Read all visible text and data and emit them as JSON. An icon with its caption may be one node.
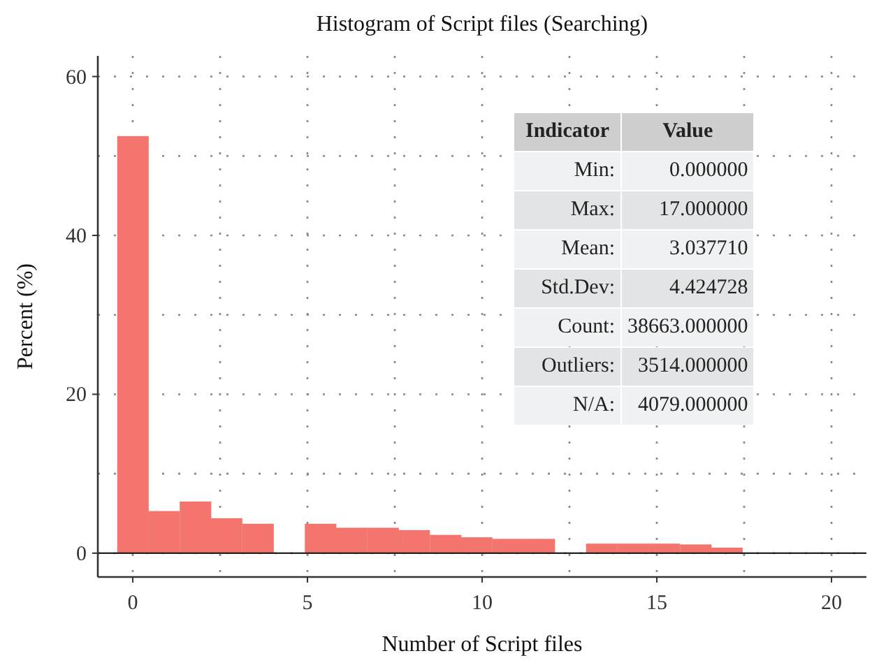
{
  "diagram": {
    "labels": [
      "Indicator",
      "Value",
      "Min:",
      "0.000000",
      "Max:",
      "17.000000",
      "Mean:",
      "3.037710",
      "Std.Dev:",
      "4.424728",
      "Count:",
      "38663.000000",
      "Outliers:",
      "3514.000000",
      "N/A:",
      "4079.000000"
    ],
    "chart_data": {
      "type": "bar",
      "title": "Histogram of Script files (Searching)",
      "xlabel": "Number of Script files",
      "ylabel": "Percent (%)",
      "x": [
        0,
        0.89,
        1.79,
        2.68,
        3.58,
        4.47,
        5.37,
        6.26,
        7.16,
        8.05,
        8.95,
        9.84,
        10.74,
        11.63,
        12.53,
        13.42,
        14.32,
        15.21,
        16.11,
        17.0
      ],
      "series": [
        {
          "color": "#f4756d",
          "values": [
            52.5,
            5.3,
            6.5,
            4.4,
            3.7,
            0,
            3.7,
            3.2,
            3.2,
            2.9,
            2.3,
            2.0,
            1.8,
            1.8,
            0,
            1.2,
            1.2,
            1.2,
            1.1,
            0.7
          ]
        }
      ],
      "grid": true,
      "xlim": [
        -1,
        21
      ],
      "ylim": [
        -3,
        62.6
      ],
      "xticks": [
        0,
        5,
        10,
        15,
        20
      ],
      "yticks": [
        0,
        20,
        40,
        60
      ]
    }
  }
}
